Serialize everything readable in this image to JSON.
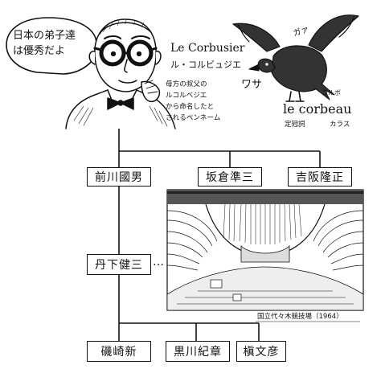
{
  "speech": {
    "line1": "日本の弟子達",
    "line2": "は優秀だよ"
  },
  "corbusier": {
    "name_latin": "Le Corbusier",
    "name_kana": "ル・コルビュジエ"
  },
  "note": {
    "line1": "母方の叔父の",
    "line2": "ルコルベジエ",
    "line3": "から命名したと",
    "line4": "されるペンネーム"
  },
  "crow": {
    "sfx_ga": "ガァ",
    "sfx_wasa": "ワサ"
  },
  "corbeau": {
    "word": "le corbeau",
    "ruby": "コルボ",
    "article_gloss": "定冠詞",
    "meaning": "カラス"
  },
  "tree": {
    "maekawa": "前川國男",
    "sakakura": "坂倉準三",
    "yoshizaka": "吉阪隆正",
    "tange": "丹下健三",
    "tange_ellipsis": "…",
    "isozaki": "磯崎新",
    "kurokawa": "黒川紀章",
    "maki": "槇文彦"
  },
  "caption": "国立代々木競技場（1964）"
}
